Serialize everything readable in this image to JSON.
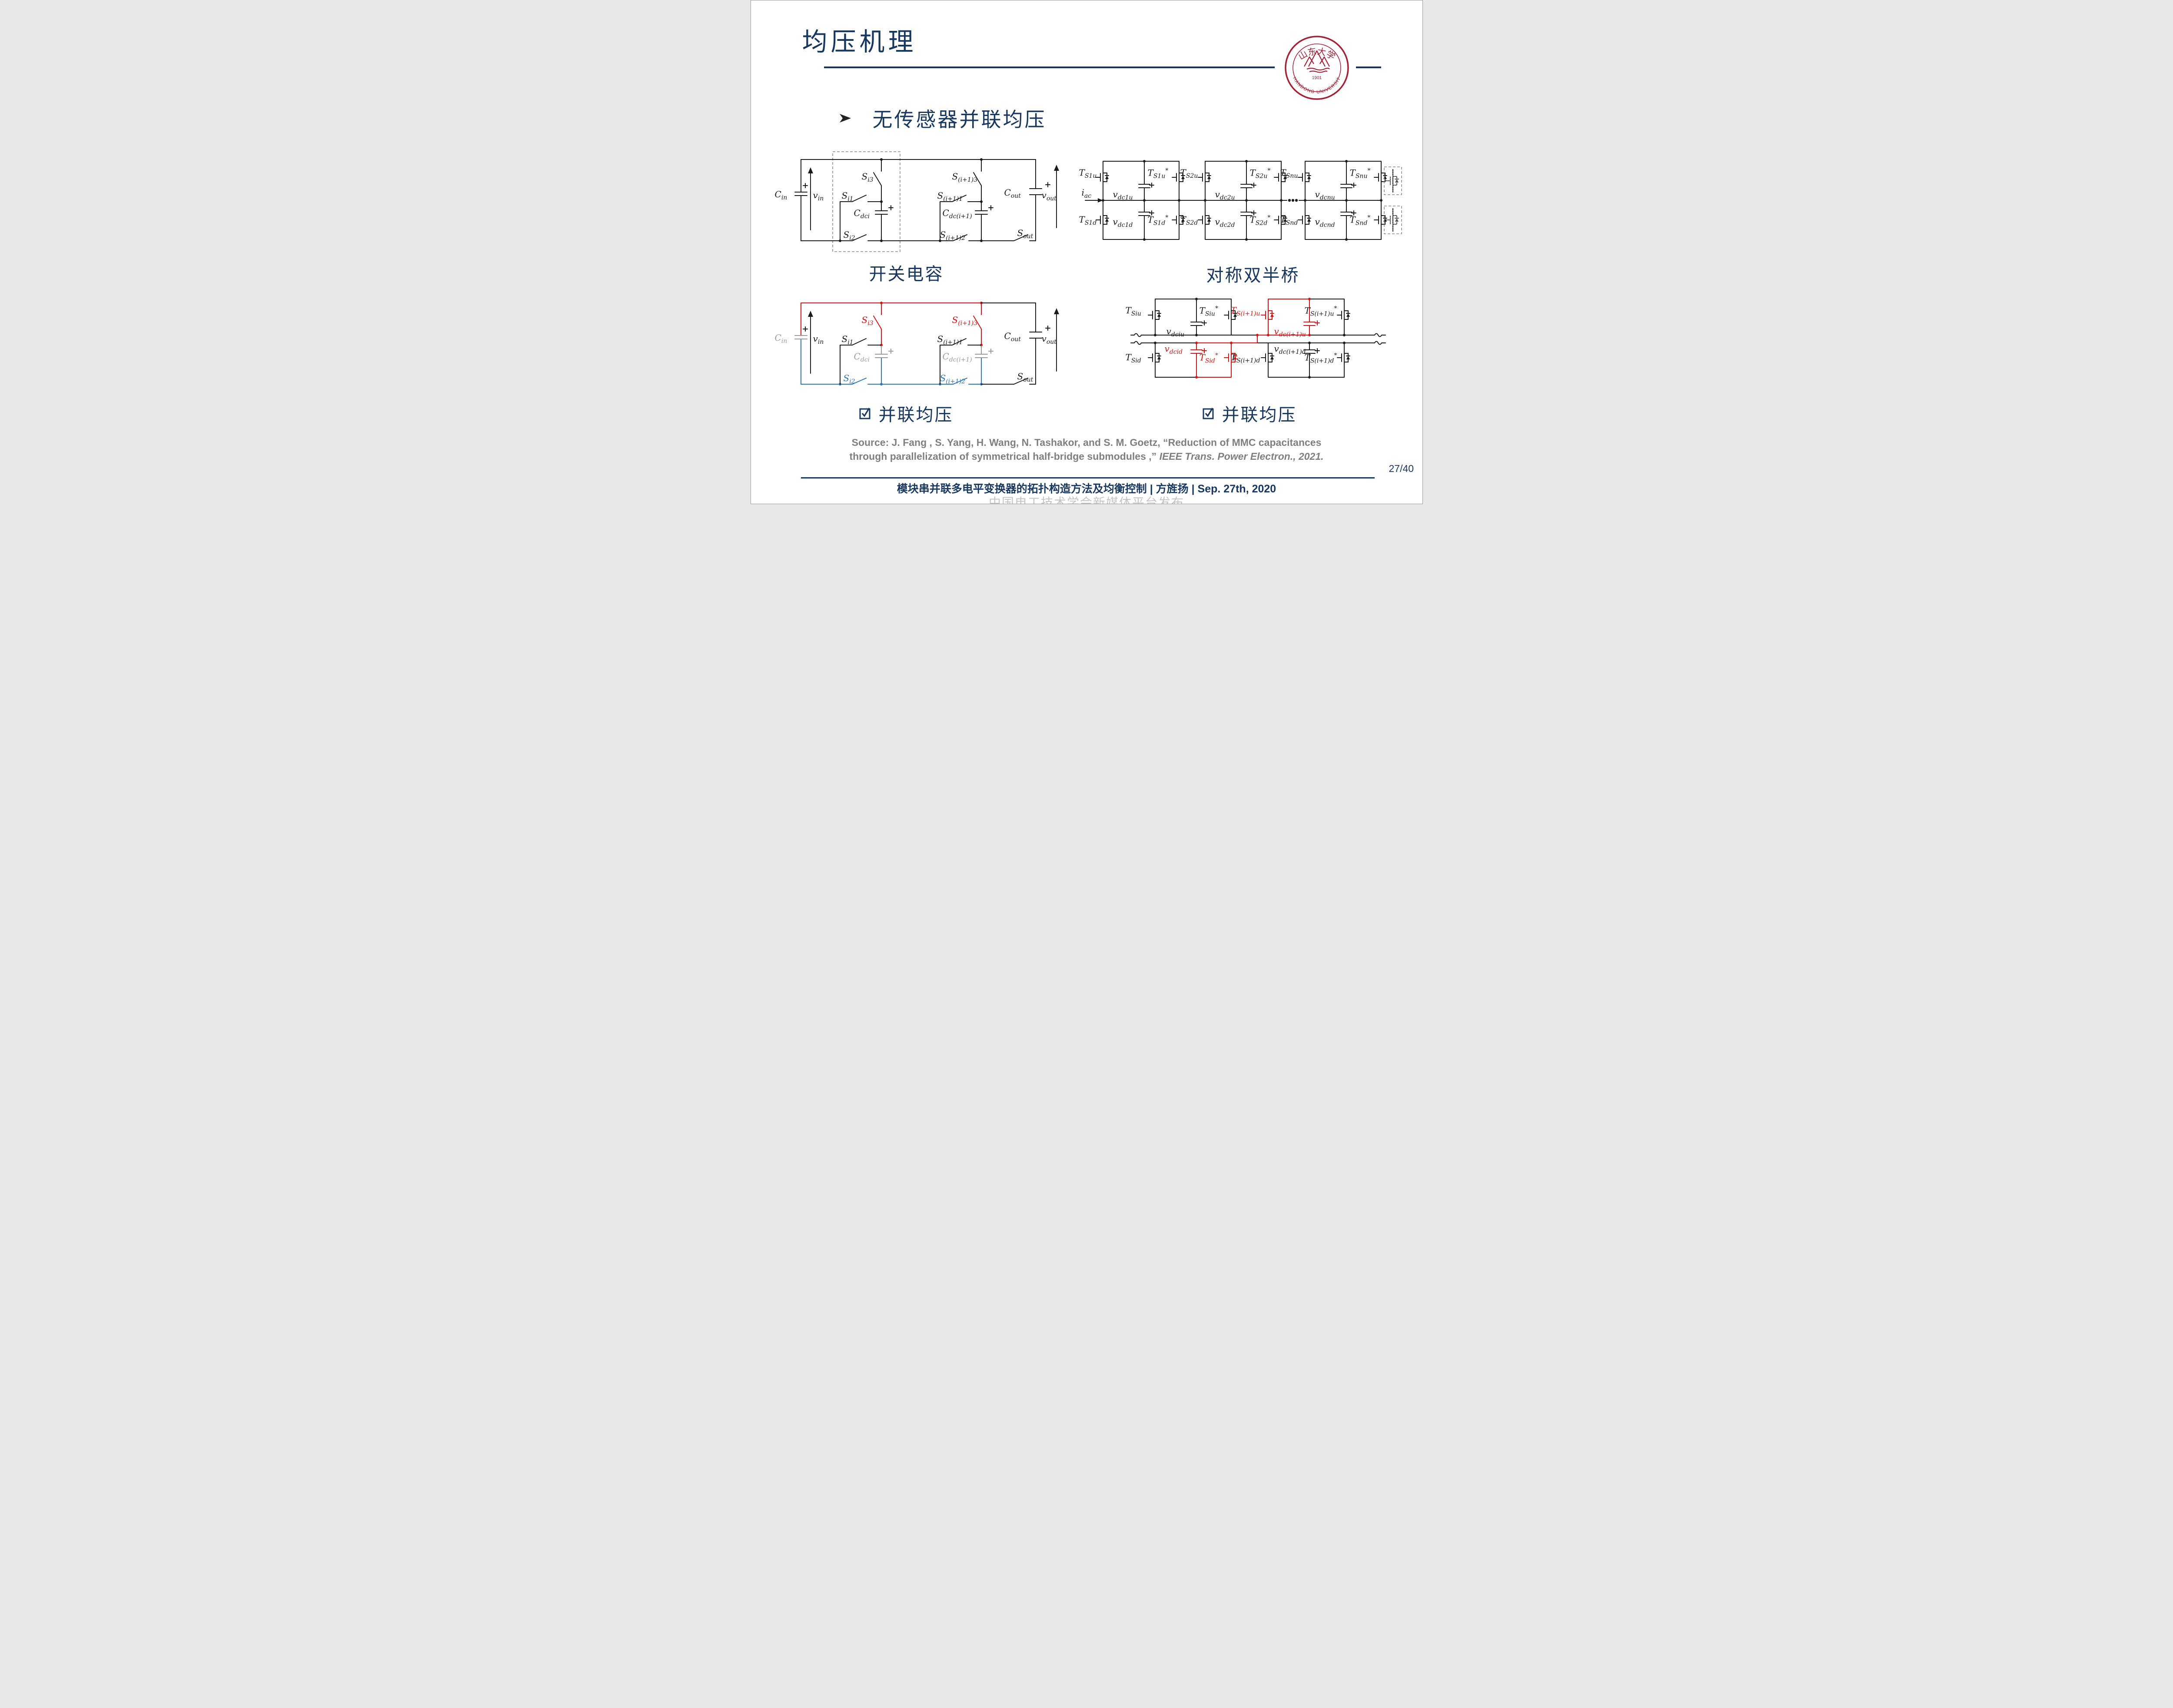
{
  "slide": {
    "title": "均压机理",
    "bullet": {
      "text": "无传感器并联均压"
    },
    "page_number": "27/40",
    "footer": "模块串并联多电平变换器的拓扑构造方法及均衡控制 | 方旌扬 | Sep. 27th, 2020",
    "watermark": "中国电工技术学会新媒体平台发布",
    "source": {
      "line1": "Source: J. Fang , S. Yang, H. Wang, N. Tashakor, and S. M. Goetz, “Reduction of MMC capacitances",
      "line2_plain": "through parallelization of symmetrical half-bridge submodules ,” ",
      "line2_italic": "IEEE Trans. Power Electron., 2021."
    }
  },
  "icons": {
    "bullet_marker": "arrow-right",
    "caption_checkbox": "checkbox-checked",
    "logo": "shandong-university-seal"
  },
  "logo": {
    "top_text": "山东大学",
    "bottom_text": "SHANDONG UNIVERSITY",
    "year": "1901"
  },
  "captions": {
    "switched_capacitor": "开关电容",
    "double_half_bridge": "对称双半桥",
    "parallel_left": "并联均压",
    "parallel_right": "并联均压"
  },
  "sc": {
    "labels": {
      "cin": "C_{in}",
      "vin": "v_{in}",
      "si1": "S_{i1}",
      "si2": "S_{i2}",
      "si3": "S_{i3}",
      "cdci": "C_{dci}",
      "sip1": "S_{(i+1)1}",
      "sip2": "S_{(i+1)2}",
      "sip3": "S_{(i+1)3}",
      "cdcip": "C_{dc(i+1)}",
      "cout": "C_{out}",
      "vout": "v_{out}",
      "sout": "S_{out}"
    }
  },
  "dhb": {
    "labels": {
      "iac": "i_{ac}",
      "ts1u": "T_{S1u}",
      "ts1us": "T_{S1u}^{*}",
      "ts1d": "T_{S1d}",
      "ts1ds": "T_{S1d}^{*}",
      "vdc1u": "v_{dc1u}",
      "vdc1d": "v_{dc1d}",
      "ts2u": "T_{S2u}",
      "ts2us": "T_{S2u}^{*}",
      "ts2d": "T_{S2d}",
      "ts2ds": "T_{S2d}^{*}",
      "vdc2u": "v_{dc2u}",
      "vdc2d": "v_{dc2d}",
      "tsnu": "T_{Snu}",
      "tsnus": "T_{Snu}^{*}",
      "tsnd": "T_{Snd}",
      "tsnds": "T_{Snd}^{*}",
      "vdcnu": "v_{dcnu}",
      "vdcnd": "v_{dcnd}"
    }
  },
  "dhb2": {
    "labels": {
      "tsiu": "T_{Siu}",
      "tsius": "T_{Siu}^{*}",
      "tsid": "T_{Sid}",
      "tsids": "T_{Sid}^{*}",
      "vdciu": "v_{dciu}",
      "vdcid": "v_{dcid}",
      "tsipu": "T_{S(i+1)u}",
      "tsipus": "T_{S(i+1)u}^{*}",
      "tsipd": "T_{S(i+1)d}",
      "tsipds": "T_{S(i+1)d}^{*}",
      "vdcipu": "v_{dc(i+1)u}",
      "vdcipd": "v_{dc(i+1)d}"
    }
  },
  "colors": {
    "accent_navy": "#17375E",
    "circuit_red": "#D21414",
    "circuit_blue": "#2E75B6",
    "circuit_gray": "#9A9A9A",
    "logo_red": "#A32035"
  }
}
